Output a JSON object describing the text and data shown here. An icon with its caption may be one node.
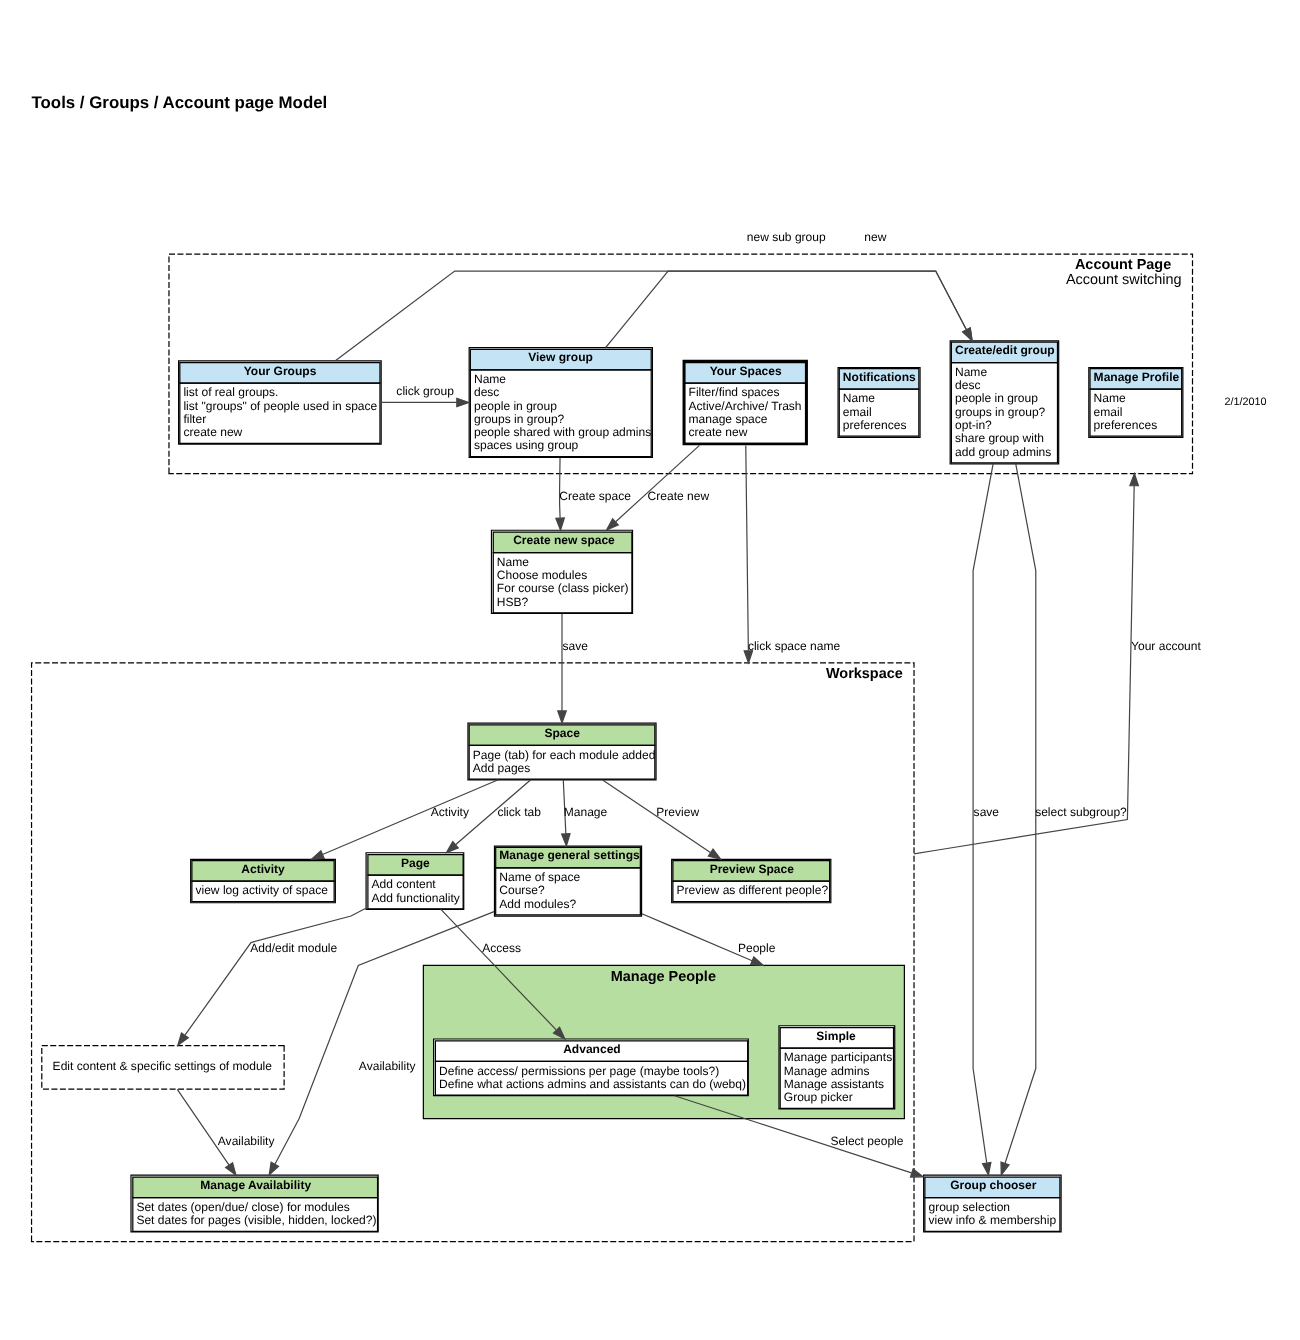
{
  "diagram": {
    "title": "Tools / Groups / Account page Model",
    "nodes": [
      {
        "text": [
          "Account Page",
          "Account switching"
        ]
      },
      {
        "text": [
          "Manage Profile",
          "Name",
          "email",
          "preferences"
        ],
        "in": 0
      },
      {
        "text": [
          "Your Spaces",
          "Filter/find spaces",
          "Active/Archive/ Trash",
          "manage space",
          "create new"
        ],
        "in": 0
      },
      {
        "text": [
          "Notifications",
          "Name",
          "email",
          "preferences"
        ],
        "in": 0
      },
      {
        "text": [
          "Your Groups",
          "list of real groups.",
          "list \"groups\" of people used in space",
          "filter",
          "create new"
        ],
        "in": 0
      },
      {
        "text": [
          "View group",
          "Name",
          "desc",
          "people in group",
          "groups in group?",
          "people shared with group admins",
          "spaces using group"
        ],
        "in": 0
      },
      {
        "text": [
          "Create/edit group",
          "Name",
          "desc",
          "people in group",
          "groups in group?",
          "opt-in?",
          "share group with",
          "add group admins"
        ],
        "in": 0
      },
      {
        "text": [
          "Create new space",
          "Name",
          "Choose modules",
          "For course (class picker)",
          "HSB?"
        ]
      },
      {
        "text": [
          "Workspace"
        ]
      },
      {
        "text": [
          "Preview Space",
          "Preview as different people?"
        ],
        "in": 8
      },
      {
        "text": [
          "Activity",
          "view log activity of space"
        ],
        "in": 8
      },
      {
        "text": [
          "Page",
          "Add content",
          "Add functionality"
        ],
        "in": 8
      },
      {
        "text": [
          "Space",
          "Page (tab) for each module added",
          "Add pages"
        ],
        "in": 8
      },
      {
        "text": [
          "Manage general settings",
          "Name of space",
          "Course?",
          "Add modules?"
        ],
        "in": 8
      },
      {
        "text": [
          "Manage People"
        ],
        "in": 8
      },
      {
        "text": [
          "Simple",
          "Manage participants",
          "Manage admins",
          "Manage assistants",
          "Group picker"
        ],
        "in": 14
      },
      {
        "text": [
          "Advanced",
          "Define access/ permissions per page (maybe tools?)",
          "Define what actions admins and assistants can do (webq)"
        ],
        "in": 14
      },
      {
        "text": [
          "Manage Availability",
          "Set dates (open/due/ close) for modules",
          "Set dates for pages (visible, hidden, locked?)"
        ],
        "in": 8
      },
      {
        "text": [
          "Edit content & specific settings of module"
        ],
        "in": 8
      },
      {
        "text": [
          "Group chooser",
          "group selection",
          "view info & membership"
        ]
      }
    ],
    "edges": [
      {
        "from": 4,
        "to": 5,
        "arrow": "to",
        "label": "click group"
      },
      {
        "from": 5,
        "to": 6,
        "arrow": "to",
        "label": "new sub group"
      },
      {
        "from": 4,
        "to": 6,
        "arrow": "to",
        "label": "new"
      },
      {
        "from": 2,
        "to": 7,
        "arrow": "to",
        "label": "Create new"
      },
      {
        "from": 5,
        "to": 7,
        "arrow": "to",
        "label": "Create space"
      },
      {
        "from": 2,
        "to": 8,
        "arrow": "to",
        "label": "click space name"
      },
      {
        "from": 8,
        "to": 0,
        "arrow": "to",
        "label": "Your account"
      },
      {
        "from": 7,
        "to": 12,
        "arrow": "to",
        "label": "save"
      },
      {
        "from": 12,
        "to": 9,
        "arrow": "to",
        "label": "Preview"
      },
      {
        "from": 12,
        "to": 10,
        "arrow": "to",
        "label": "Activity"
      },
      {
        "from": 12,
        "to": 11,
        "arrow": "to",
        "label": "click tab"
      },
      {
        "from": 12,
        "to": 13,
        "arrow": "to",
        "label": "Manage"
      },
      {
        "from": 13,
        "to": 14,
        "arrow": "to",
        "label": "People"
      },
      {
        "from": 13,
        "to": 17,
        "arrow": "to",
        "label": "Availability"
      },
      {
        "from": 11,
        "to": 18,
        "arrow": "to",
        "label": "Add/edit module"
      },
      {
        "from": 11,
        "to": 16,
        "arrow": "to",
        "label": "Access"
      },
      {
        "from": 18,
        "to": 17,
        "arrow": "to",
        "label": "Availability"
      },
      {
        "from": 6,
        "to": 19,
        "arrow": "to",
        "label": "save"
      },
      {
        "from": 6,
        "to": 19,
        "arrow": "to",
        "label": "select subgroup?"
      },
      {
        "from": 16,
        "to": 19,
        "arrow": "to",
        "label": "Select people"
      }
    ],
    "labels": [
      "2/1/2010"
    ]
  }
}
